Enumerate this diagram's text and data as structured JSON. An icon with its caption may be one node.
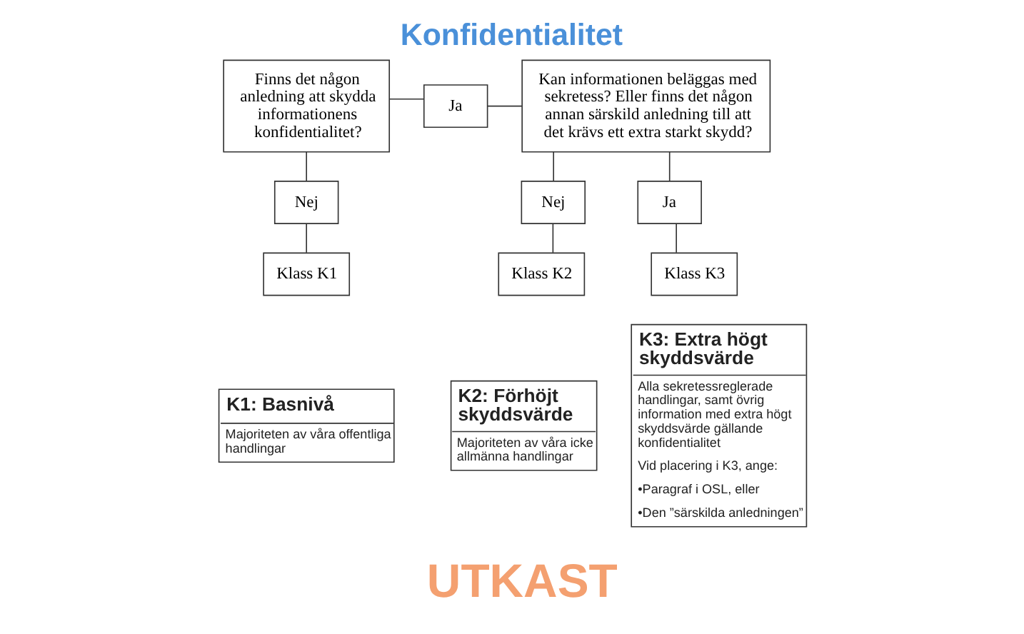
{
  "diagram": {
    "title": "Konfidentialitet",
    "nodes": [
      {
        "text": [
          "Finns det någon anledning att skydda informationens konfidentialitet?"
        ]
      },
      {
        "text": [
          "Ja"
        ]
      },
      {
        "text": [
          "Kan informationen beläggas med sekretess? Eller finns det någon annan särskild anledning till att det krävs ett extra starkt skydd?"
        ]
      },
      {
        "text": [
          "Nej"
        ]
      },
      {
        "text": [
          "Klass K1"
        ]
      },
      {
        "text": [
          "Nej"
        ]
      },
      {
        "text": [
          "Klass K2"
        ]
      },
      {
        "text": [
          "Ja"
        ]
      },
      {
        "text": [
          "Klass K3"
        ]
      },
      {
        "text": [
          "K1: Basnivå",
          "Majoriteten av våra offentliga handlingar"
        ]
      },
      {
        "text": [
          "K2: Förhöjt skyddsvärde",
          "Majoriteten av våra icke allmänna handlingar"
        ]
      },
      {
        "text": [
          "K3: Extra högt skyddsvärde",
          "Alla sekretessreglerade handlingar, samt övrig information med extra högt skyddsvärde gällande konfidentialitet",
          "Vid placering i K3, ange:",
          "•Paragraf i OSL, eller",
          "•Den ”särskilda anledningen”"
        ]
      }
    ],
    "edges": [
      {
        "from": 0,
        "to": 1,
        "arrow": "none"
      },
      {
        "from": 1,
        "to": 2,
        "arrow": "none"
      },
      {
        "from": 0,
        "to": 3,
        "arrow": "none"
      },
      {
        "from": 3,
        "to": 4,
        "arrow": "none"
      },
      {
        "from": 2,
        "to": 5,
        "arrow": "none"
      },
      {
        "from": 2,
        "to": 7,
        "arrow": "none"
      },
      {
        "from": 5,
        "to": 6,
        "arrow": "none"
      },
      {
        "from": 7,
        "to": 8,
        "arrow": "none"
      }
    ],
    "labels": [
      "UTKAST"
    ]
  }
}
